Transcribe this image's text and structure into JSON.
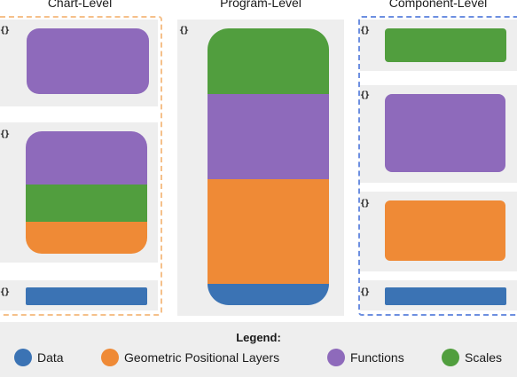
{
  "titles": {
    "chart": "Chart-Level",
    "program": "Program-Level",
    "component": "Component-Level"
  },
  "brace_symbol": "{}",
  "colors": {
    "data": "#3b73b4",
    "geometric": "#ef8a36",
    "functions": "#8e6abb",
    "scales": "#519e3e",
    "chart_frame": "#f5c08a",
    "component_frame": "#6d8fe0"
  },
  "legend": {
    "title": "Legend:",
    "items": [
      {
        "label": "Data",
        "color": "#3b73b4"
      },
      {
        "label": "Geometric Positional Layers",
        "color": "#ef8a36"
      },
      {
        "label": "Functions",
        "color": "#8e6abb"
      },
      {
        "label": "Scales",
        "color": "#519e3e"
      }
    ]
  }
}
